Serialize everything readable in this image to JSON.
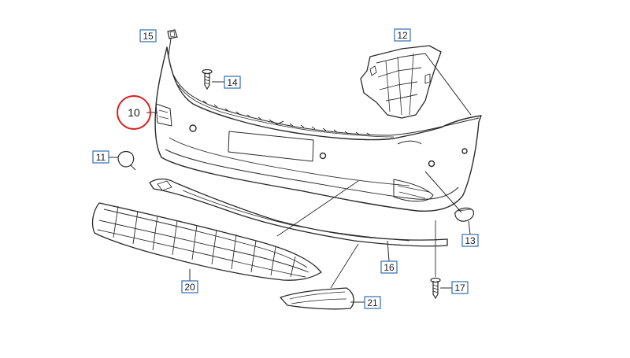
{
  "diagram": {
    "labels": [
      {
        "id": "label-15",
        "text": "15"
      },
      {
        "id": "label-12",
        "text": "12"
      },
      {
        "id": "label-14",
        "text": "14"
      },
      {
        "id": "label-10",
        "text": "10"
      },
      {
        "id": "label-11",
        "text": "11"
      },
      {
        "id": "label-13",
        "text": "13"
      },
      {
        "id": "label-16",
        "text": "16"
      },
      {
        "id": "label-17",
        "text": "17"
      },
      {
        "id": "label-20",
        "text": "20"
      },
      {
        "id": "label-21",
        "text": "21"
      }
    ],
    "colors": {
      "line": "#2a2a2a",
      "label_box": "#2f6fb3",
      "highlight_circle": "#d81e1e"
    }
  }
}
